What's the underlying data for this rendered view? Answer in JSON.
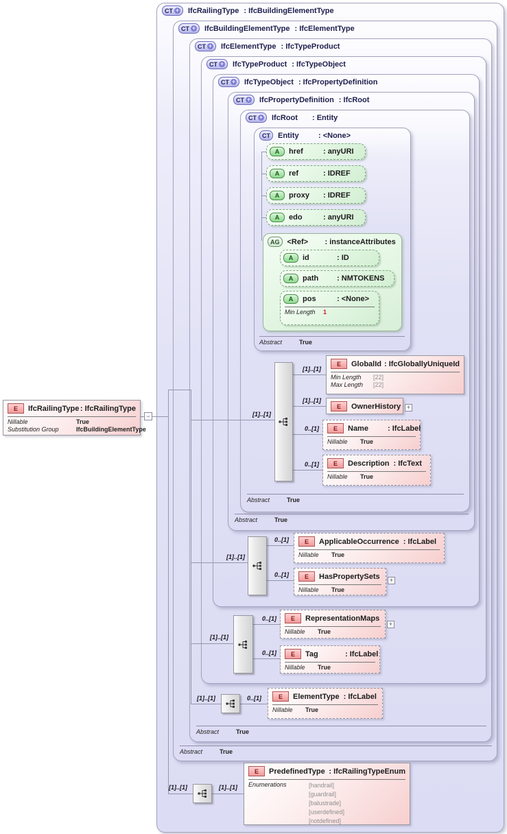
{
  "glyphs": {
    "ct": "CT",
    "plus": "+",
    "a": "A",
    "e": "E",
    "ag": "AG",
    "minus": "−",
    "expand": "+"
  },
  "colors": {
    "ct_fill": "#e2e2f6",
    "element_fill": "#f7cfcf",
    "attribute_fill": "#d8f3d8",
    "badge_element": "#f09a9a",
    "badge_attribute": "#8ed88e",
    "badge_complextype": "#b6b6e8",
    "line": "#9098ae",
    "enum_text": "#8f8f8f",
    "facet_red": "#cc2222"
  },
  "cards": {
    "one_one": "[1]..[1]",
    "zero_one": "0..[1]"
  },
  "ct_boxes": {
    "railing": {
      "name": "IfcRailingType",
      "type": ": IfcBuildingElementType"
    },
    "building_element": {
      "name": "IfcBuildingElementType",
      "type": ": IfcElementType",
      "abstract_label": "Abstract",
      "abstract_value": "True"
    },
    "element_type": {
      "name": "IfcElementType",
      "type": ": IfcTypeProduct",
      "abstract_label": "Abstract",
      "abstract_value": "True"
    },
    "type_product": {
      "name": "IfcTypeProduct",
      "type": ": IfcTypeObject"
    },
    "type_object": {
      "name": "IfcTypeObject",
      "type": ": IfcPropertyDefinition"
    },
    "property_definition": {
      "name": "IfcPropertyDefinition",
      "type": ": IfcRoot",
      "abstract_label": "Abstract",
      "abstract_value": "True"
    },
    "root": {
      "name": "IfcRoot",
      "type": ": Entity",
      "abstract_label": "Abstract",
      "abstract_value": "True"
    },
    "entity": {
      "name": "Entity",
      "type": ": <None>",
      "abstract_label": "Abstract",
      "abstract_value": "True"
    }
  },
  "left_element": {
    "name": "IfcRailingType",
    "type": ": IfcRailingType",
    "facets": [
      {
        "label": "Nillable",
        "value": "True"
      },
      {
        "label": "Substitution Group",
        "value": "IfcBuildingElementType"
      }
    ]
  },
  "attributes": {
    "href": {
      "name": "href",
      "type": ": anyURI"
    },
    "ref": {
      "name": "ref",
      "type": ": IDREF"
    },
    "proxy": {
      "name": "proxy",
      "type": ": IDREF"
    },
    "edo": {
      "name": "edo",
      "type": ": anyURI"
    },
    "group": {
      "name": "<Ref>",
      "type": ": instanceAttributes"
    },
    "id": {
      "name": "id",
      "type": ": ID"
    },
    "path": {
      "name": "path",
      "type": ": NMTOKENS"
    },
    "pos": {
      "name": "pos",
      "type": ": <None>",
      "facet_label": "Min Length",
      "facet_value": "1"
    }
  },
  "elements": {
    "global_id": {
      "name": "GlobalId",
      "type": ": IfcGloballyUniqueId",
      "facets": [
        {
          "label": "Min Length",
          "value": "[22]"
        },
        {
          "label": "Max Length",
          "value": "[22]"
        }
      ]
    },
    "owner_history": {
      "name": "OwnerHistory"
    },
    "name_el": {
      "name": "Name",
      "type": ": IfcLabel",
      "facets": [
        {
          "label": "Nillable",
          "value": "True"
        }
      ]
    },
    "description": {
      "name": "Description",
      "type": ": IfcText",
      "facets": [
        {
          "label": "Nillable",
          "value": "True"
        }
      ]
    },
    "applicable_occurrence": {
      "name": "ApplicableOccurrence",
      "type": ": IfcLabel",
      "facets": [
        {
          "label": "Nillable",
          "value": "True"
        }
      ]
    },
    "has_property_sets": {
      "name": "HasPropertySets",
      "facets": [
        {
          "label": "Nillable",
          "value": "True"
        }
      ]
    },
    "representation_maps": {
      "name": "RepresentationMaps",
      "facets": [
        {
          "label": "Nillable",
          "value": "True"
        }
      ]
    },
    "tag": {
      "name": "Tag",
      "type": ": IfcLabel",
      "facets": [
        {
          "label": "Nillable",
          "value": "True"
        }
      ]
    },
    "element_type": {
      "name": "ElementType",
      "type": ": IfcLabel",
      "facets": [
        {
          "label": "Nillable",
          "value": "True"
        }
      ]
    },
    "predefined_type": {
      "name": "PredefinedType",
      "type": ": IfcRailingTypeEnum",
      "facet_label": "Enumerations",
      "enums": [
        "[handrail]",
        "[guardrail]",
        "[balustrade]",
        "[userdefined]",
        "[notdefined]"
      ]
    }
  }
}
